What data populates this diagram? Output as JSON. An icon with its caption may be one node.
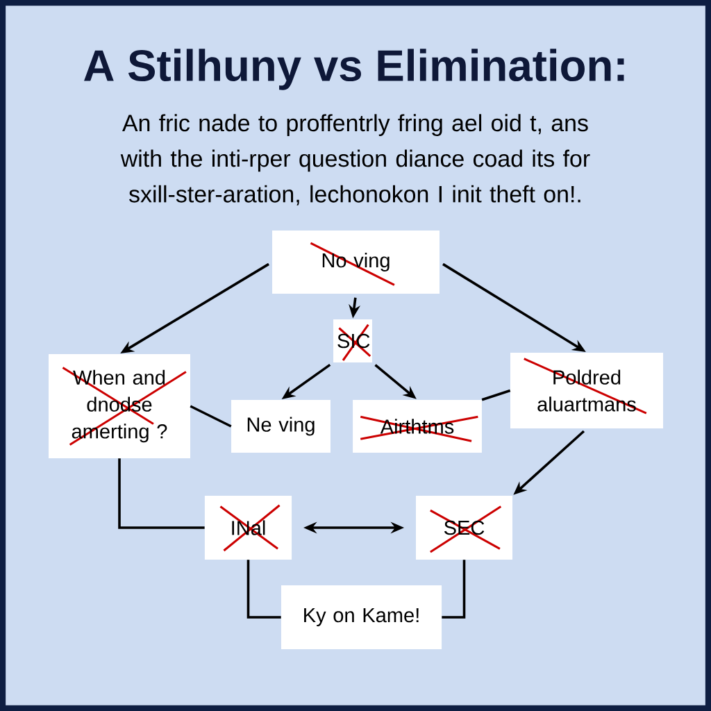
{
  "diagram": {
    "title": "A Stilhuny vs Elimination:",
    "nodes": [
      {
        "text": [
          "No ving"
        ]
      },
      {
        "text": [
          "SIC"
        ]
      },
      {
        "text": [
          "When and dnodse amerting ?"
        ]
      },
      {
        "text": [
          "Ne ving"
        ]
      },
      {
        "text": [
          "Airthtms"
        ]
      },
      {
        "text": [
          "Poldred aluartmans"
        ]
      },
      {
        "text": [
          "INal"
        ]
      },
      {
        "text": [
          "SEC"
        ]
      },
      {
        "text": [
          "Ky on Kame!"
        ]
      }
    ],
    "edges": [
      {
        "from": 0,
        "to": 2,
        "arrow": "to"
      },
      {
        "from": 0,
        "to": 1,
        "arrow": "to"
      },
      {
        "from": 0,
        "to": 5,
        "arrow": "to"
      },
      {
        "from": 1,
        "to": 3,
        "arrow": "to"
      },
      {
        "from": 1,
        "to": 4,
        "arrow": "to"
      },
      {
        "from": 2,
        "to": 3,
        "arrow": "none"
      },
      {
        "from": 5,
        "to": 4,
        "arrow": "none"
      },
      {
        "from": 5,
        "to": 7,
        "arrow": "to"
      },
      {
        "from": 2,
        "to": 6,
        "arrow": "none"
      },
      {
        "from": 6,
        "to": 7,
        "arrow": "both"
      },
      {
        "from": 6,
        "to": 8,
        "arrow": "none"
      },
      {
        "from": 7,
        "to": 8,
        "arrow": "none"
      }
    ],
    "labels": [
      "An fric nade to proffentrly fring ael oid t, ans with the inti-rper question diance coad its for sxill-ster-aration, lechonokon I init theft on!."
    ]
  }
}
